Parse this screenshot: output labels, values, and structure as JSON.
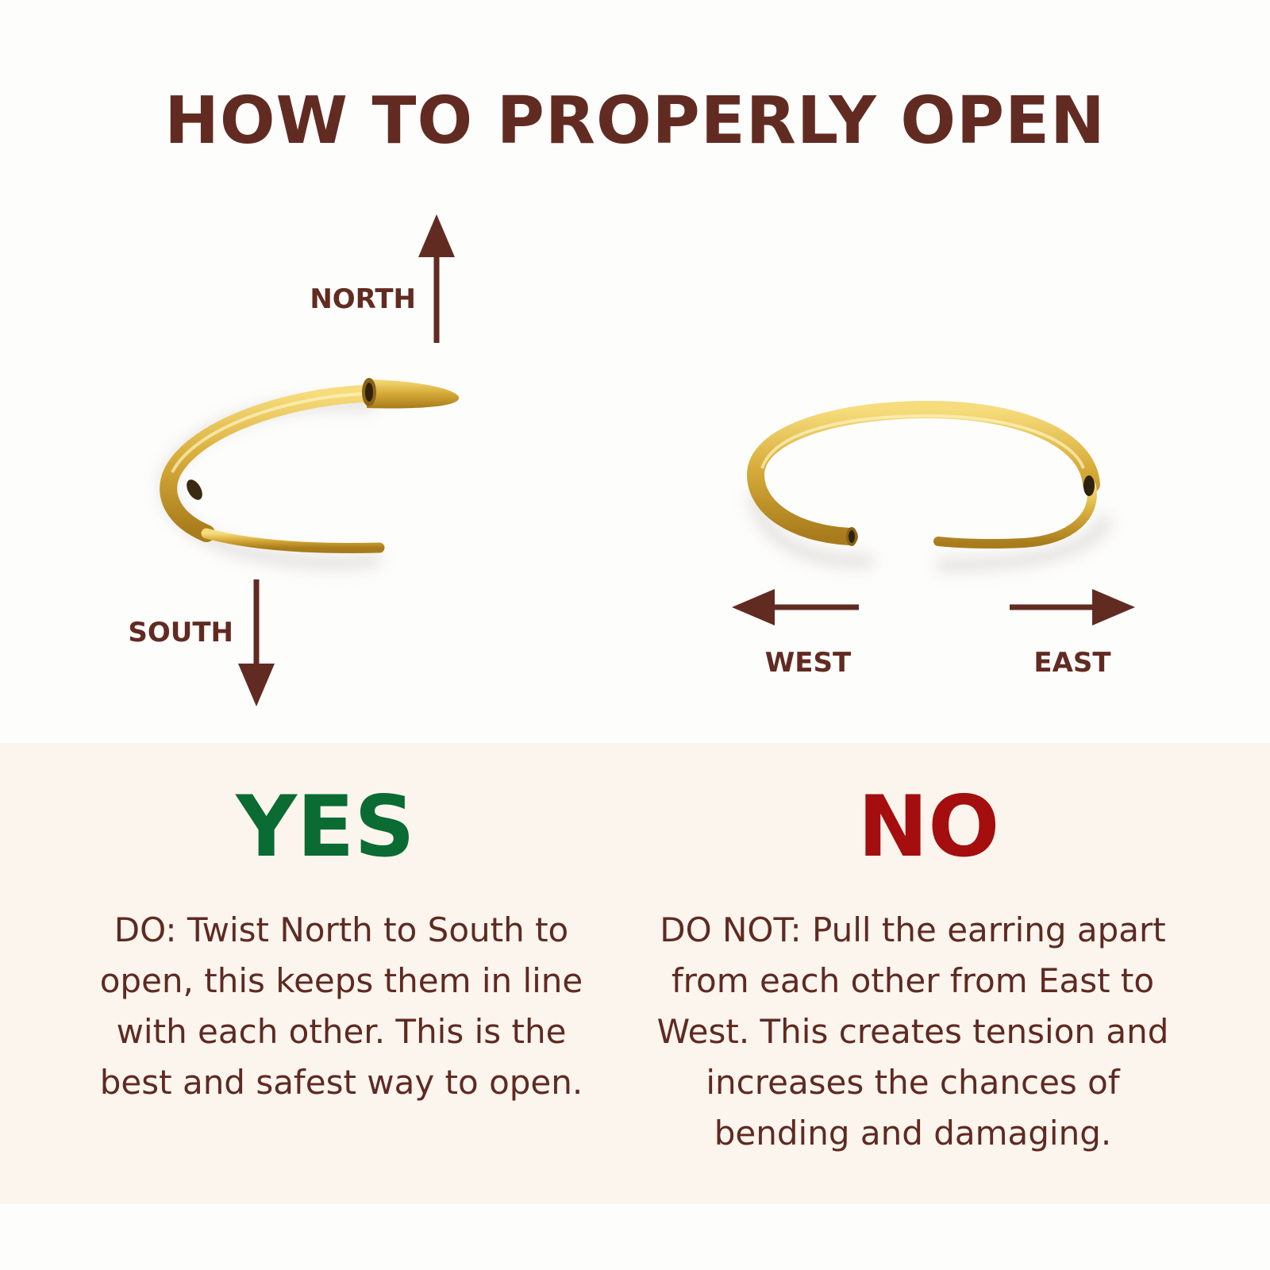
{
  "title": "HOW TO PROPERLY OPEN",
  "colors": {
    "text_brown": "#622b22",
    "arrow_brown": "#622b22",
    "yes_green": "#0a6b33",
    "no_red": "#a50e0e",
    "panel_cream": "#fcf5ed",
    "gold": "#d8ad3a"
  },
  "correct_method": {
    "image": "gold-hoop-earring-twisted-open",
    "directions": {
      "north": "NORTH",
      "south": "SOUTH"
    },
    "verdict": "YES",
    "description": "DO: Twist North to South to open, this keeps them in line with each other. This is the best and safest way to open."
  },
  "incorrect_method": {
    "image": "gold-hoop-earring-pulled-apart",
    "directions": {
      "west": "WEST",
      "east": "EAST"
    },
    "verdict": "NO",
    "description": "DO NOT: Pull the earring apart from each other from East to West. This creates tension and increases the chances of bending and damaging."
  }
}
